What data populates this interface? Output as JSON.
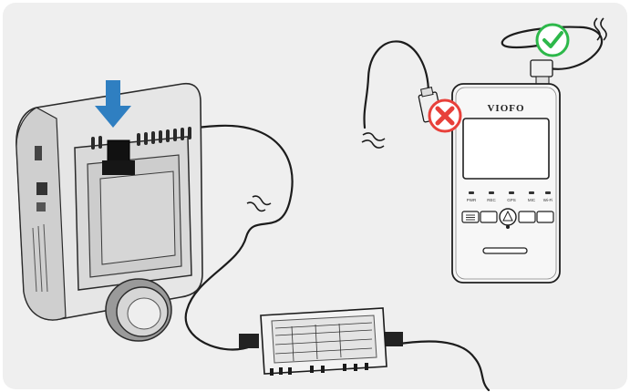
{
  "brand": "VIOFO",
  "button_labels": [
    "PWR",
    "REC",
    "GPS",
    "MIC",
    "Wi-Fi"
  ],
  "status_marks": {
    "correct": {
      "icon": "check-icon",
      "color": "#2db84a"
    },
    "incorrect": {
      "icon": "cross-icon",
      "color": "#e8403a"
    }
  },
  "accent_color": "#2f7fc1",
  "arrow_icon": "down-arrow-icon"
}
